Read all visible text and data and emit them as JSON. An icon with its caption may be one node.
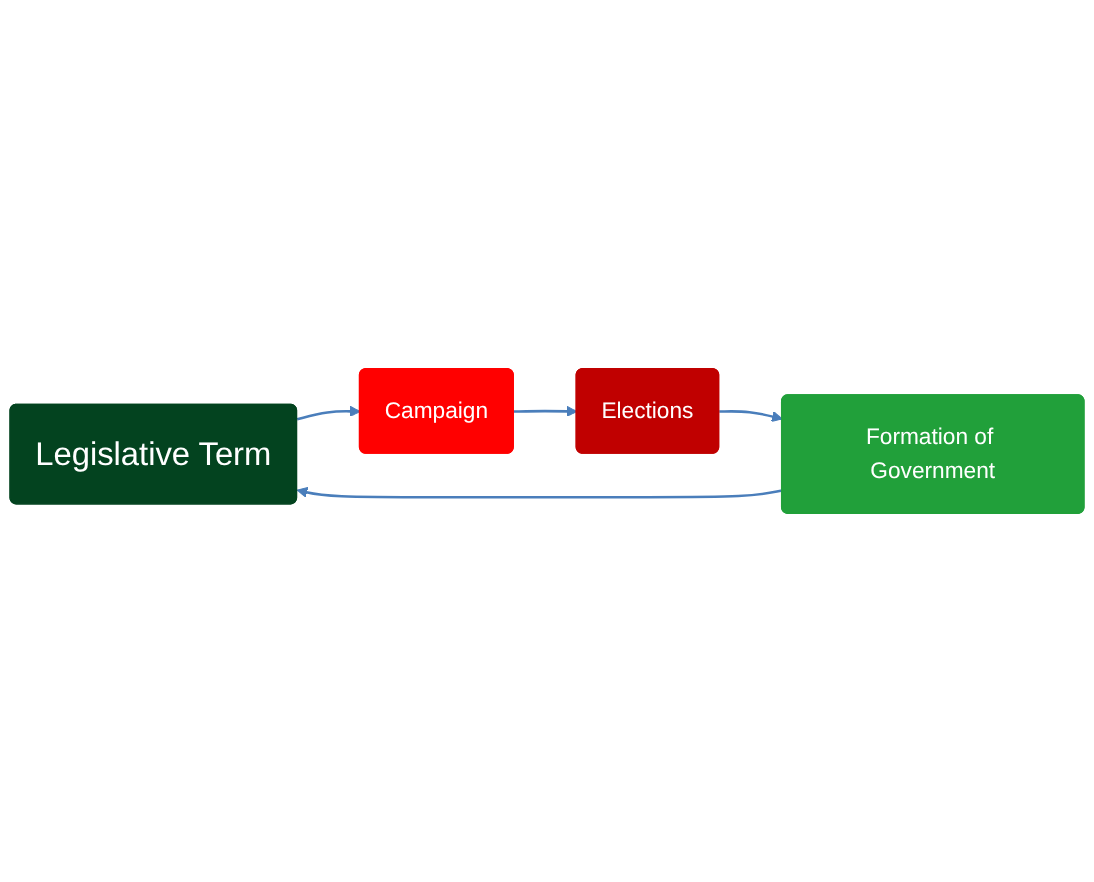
{
  "diagram": {
    "nodes": [
      {
        "text": [
          "Legislative Term"
        ]
      },
      {
        "text": [
          "Campaign"
        ]
      },
      {
        "text": [
          "Elections"
        ]
      },
      {
        "text": [
          "Formation of Government"
        ]
      }
    ],
    "edges": [
      {
        "from": 0,
        "to": 1,
        "arrow": "to"
      },
      {
        "from": 1,
        "to": 2,
        "arrow": "to"
      },
      {
        "from": 2,
        "to": 3,
        "arrow": "to"
      },
      {
        "from": 3,
        "to": 0,
        "arrow": "to"
      }
    ]
  }
}
